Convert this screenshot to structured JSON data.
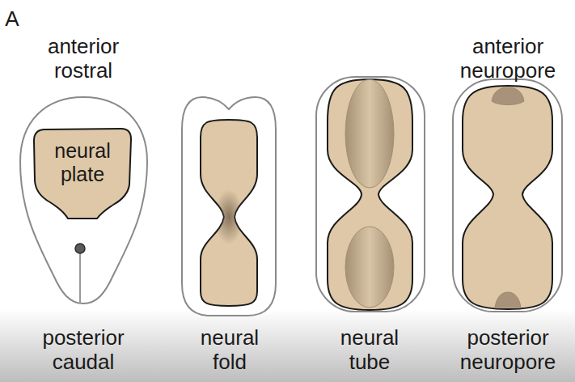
{
  "diagram": {
    "nodes": [
      {
        "text": [
          "neural plate"
        ]
      }
    ],
    "labels": [
      "A",
      "anterior rostral",
      "posterior caudal",
      "neural fold",
      "neural tube",
      "anterior neuropore",
      "posterior neuropore"
    ]
  }
}
